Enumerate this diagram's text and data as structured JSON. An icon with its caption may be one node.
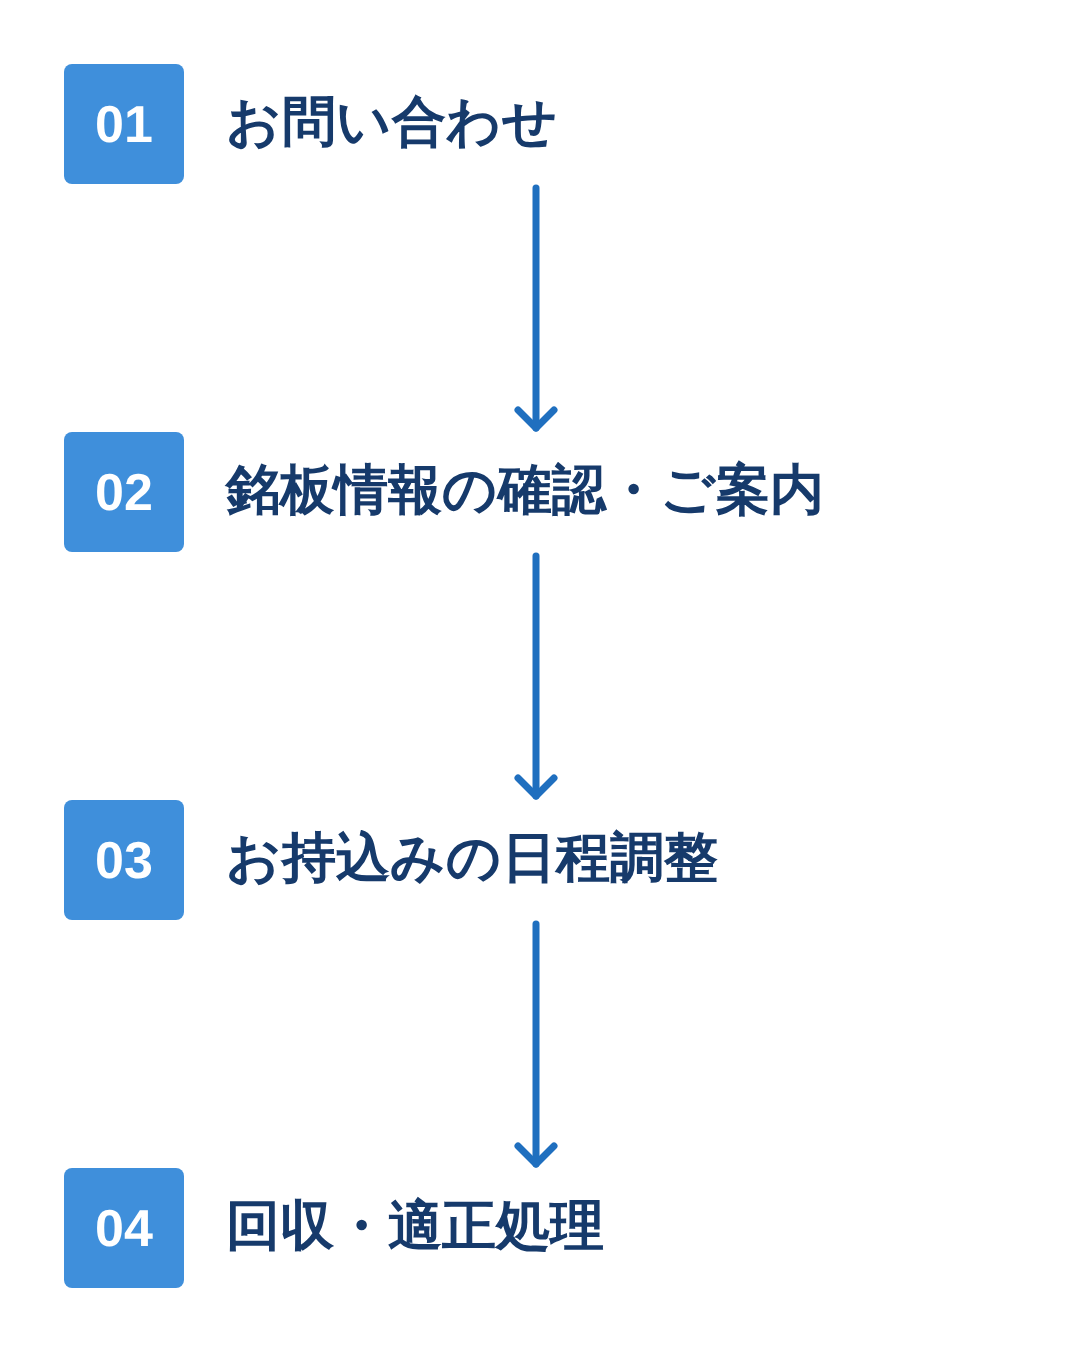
{
  "diagram": {
    "nodes": [
      {
        "text": [
          "01",
          "お問い合わせ"
        ]
      },
      {
        "text": [
          "02",
          "銘板情報の確認・ご案内"
        ]
      },
      {
        "text": [
          "03",
          "お持込みの日程調整"
        ]
      },
      {
        "text": [
          "04",
          "回収・適正処理"
        ]
      }
    ],
    "edges": [
      {
        "from": 0,
        "to": 1,
        "arrow": "to"
      },
      {
        "from": 1,
        "to": 2,
        "arrow": "to"
      },
      {
        "from": 2,
        "to": 3,
        "arrow": "to"
      }
    ]
  }
}
